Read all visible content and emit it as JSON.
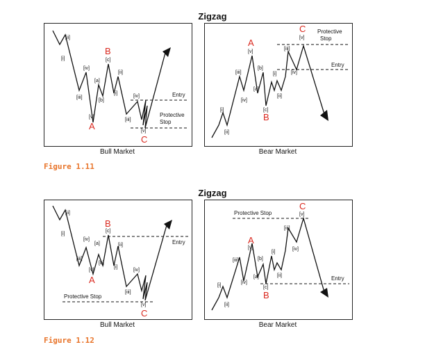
{
  "figures": [
    {
      "title": "Zigzag",
      "label": "Figure 1.11",
      "bull": {
        "caption": "Bull Market",
        "sub_labels": [
          "[ii]",
          "[i]",
          "[iv]",
          "[iii]",
          "[v]",
          "[a]",
          "[b]",
          "[c]",
          "[ii]",
          "[i]",
          "[iv]",
          "[iii]",
          "[v]"
        ],
        "big_labels": [
          "A",
          "B",
          "C"
        ],
        "entry": "Entry",
        "stop_line1": "Protective",
        "stop_line2": "Stop"
      },
      "bear": {
        "caption": "Bear Market",
        "sub_labels": [
          "[i]",
          "[ii]",
          "[iii]",
          "[iv]",
          "[v]",
          "[a]",
          "[b]",
          "[c]",
          "[i]",
          "[ii]",
          "[iii]",
          "[iv]",
          "[v]"
        ],
        "big_labels": [
          "A",
          "B",
          "C"
        ],
        "entry": "Entry",
        "stop_line1": "Protective",
        "stop_line2": "Stop"
      }
    },
    {
      "title": "Zigzag",
      "label": "Figure 1.12",
      "bull": {
        "caption": "Bull Market",
        "sub_labels": [
          "[ii]",
          "[i]",
          "[iv]",
          "[iii]",
          "[v]",
          "[a]",
          "[b]",
          "[c]",
          "[ii]",
          "[i]",
          "[iv]",
          "[iii]",
          "[v]"
        ],
        "big_labels": [
          "A",
          "B",
          "C"
        ],
        "entry": "Entry",
        "stop": "Protective Stop"
      },
      "bear": {
        "caption": "Bear Market",
        "sub_labels": [
          "[i]",
          "[ii]",
          "[iii]",
          "[iv]",
          "[v]",
          "[a]",
          "[b]",
          "[c]",
          "[i]",
          "[ii]",
          "[iii]",
          "[iv]",
          "[v]"
        ],
        "big_labels": [
          "A",
          "B",
          "C"
        ],
        "entry": "Entry",
        "stop": "Protective Stop"
      }
    }
  ]
}
